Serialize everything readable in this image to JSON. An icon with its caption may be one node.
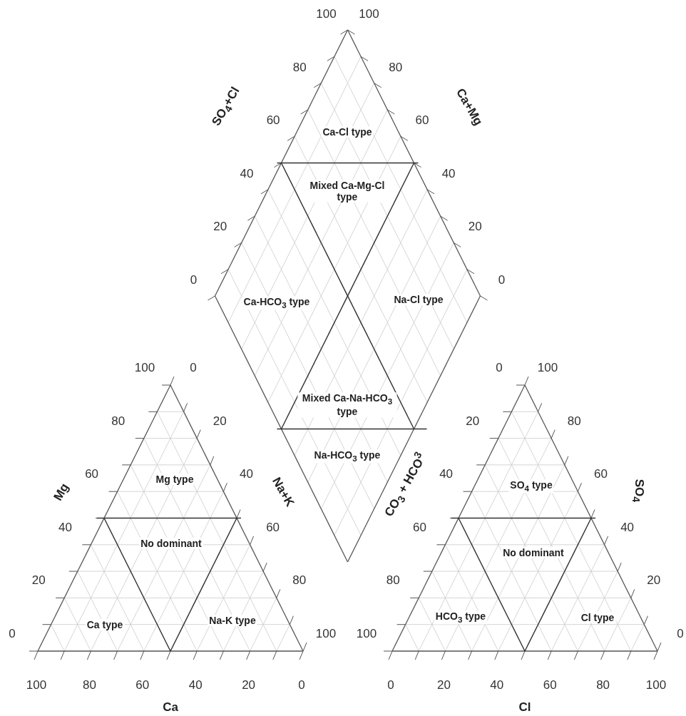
{
  "diagram": {
    "labels": [
      "100",
      "100",
      "80",
      "80",
      "SO$_{4}$+Cl",
      "60",
      "Ca-Cl type",
      "60",
      "Ca+Mg",
      "40",
      "Mixed Ca-Mg-Cl type",
      "40",
      "20",
      "20",
      "0",
      "Ca-HCO$_{3}$ type",
      "Na-Cl type",
      "0",
      "100",
      "0",
      "Mixed Ca-Na-HCO$_{3}$ type",
      "0",
      "100",
      "80",
      "20",
      "Na-HCO$_{3}$ type",
      "20",
      "80",
      "Mg",
      "60",
      "Mg type",
      "40",
      "Na+K",
      "CO$_{3}$ + HCO$^{3}$",
      "40",
      "SO$_{4}$ type",
      "60",
      "SO$_{4}$",
      "40",
      "60",
      "60",
      "40",
      "No dominant",
      "No dominant",
      "20",
      "80",
      "80",
      "20",
      "Ca type",
      "Na-K type",
      "HCO$_{3}$ type",
      "Cl type",
      "0",
      "100",
      "100",
      "0",
      "100",
      "80",
      "60",
      "40",
      "20",
      "0",
      "0",
      "20",
      "40",
      "60",
      "80",
      "100",
      "Ca",
      "Cl"
    ]
  }
}
